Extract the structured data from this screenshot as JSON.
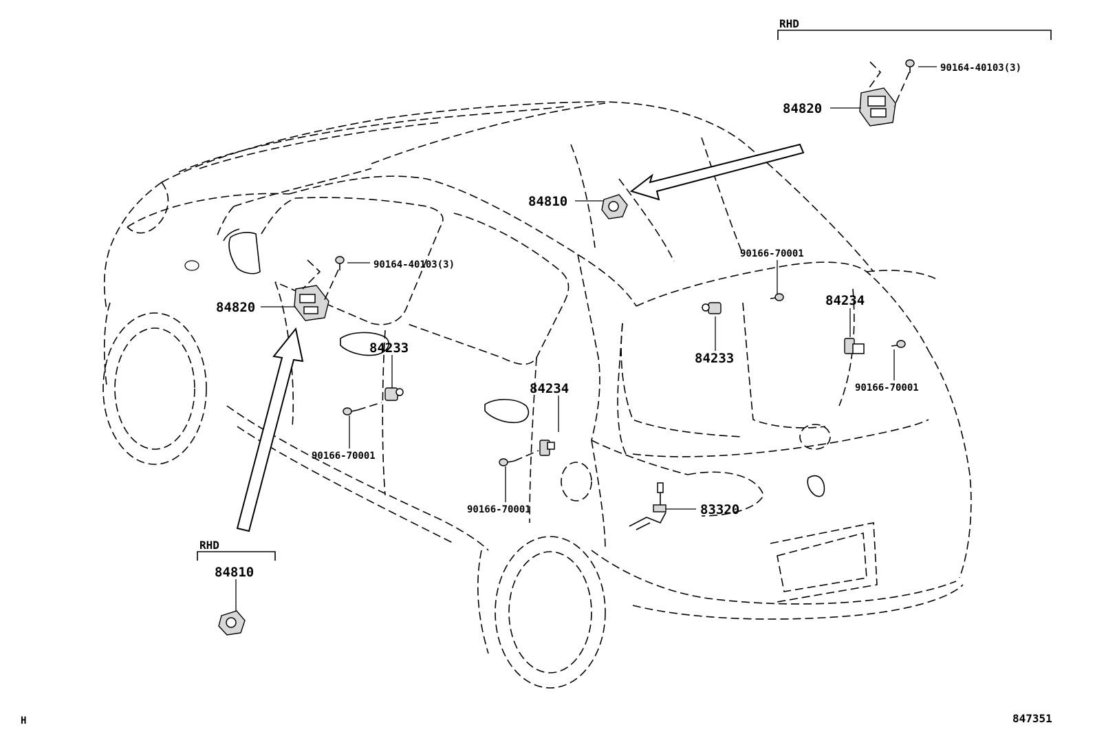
{
  "rhd_label": "RHD",
  "diagram_id": "847351",
  "corner_mark": "H",
  "callouts": {
    "top_rhd_bolt": "90164-40103(3)",
    "top_rhd_switch": "84820",
    "rear_switch": "84810",
    "rear_top_screw": "90166-70001",
    "rear_right_courtesy": "84234",
    "rear_center_courtesy": "84233",
    "rear_right_screw": "90166-70001",
    "side_bolt": "90164-40103(3)",
    "side_switch": "84820",
    "front_door_courtesy": "84233",
    "rear_door_courtesy": "84234",
    "front_door_screw": "90166-70001",
    "rear_door_screw": "90166-70001",
    "sensor": "83320",
    "bottom_rhd_switch": "84810"
  }
}
